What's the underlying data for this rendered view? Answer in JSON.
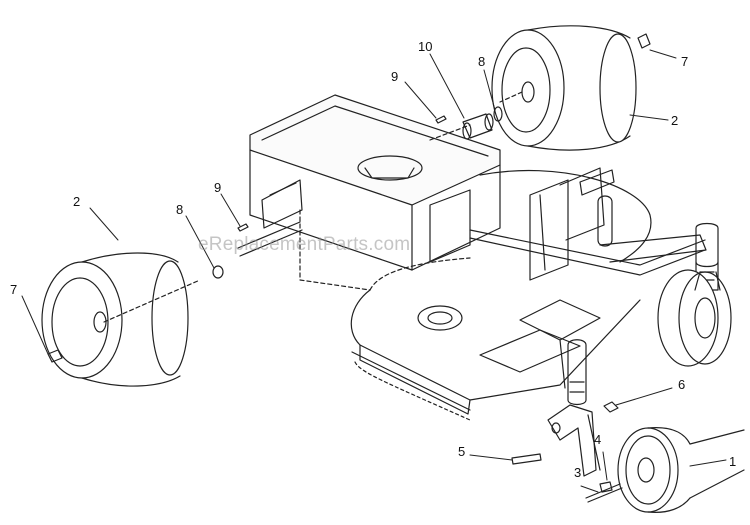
{
  "diagram": {
    "watermark": "eReplacementParts.com",
    "callouts": [
      {
        "id": "c1",
        "label": "1"
      },
      {
        "id": "c2a",
        "label": "2"
      },
      {
        "id": "c2b",
        "label": "2"
      },
      {
        "id": "c3",
        "label": "3"
      },
      {
        "id": "c4",
        "label": "4"
      },
      {
        "id": "c5",
        "label": "5"
      },
      {
        "id": "c6",
        "label": "6"
      },
      {
        "id": "c7a",
        "label": "7"
      },
      {
        "id": "c7b",
        "label": "7"
      },
      {
        "id": "c8a",
        "label": "8"
      },
      {
        "id": "c8b",
        "label": "8"
      },
      {
        "id": "c9a",
        "label": "9"
      },
      {
        "id": "c9b",
        "label": "9"
      },
      {
        "id": "c10",
        "label": "10"
      }
    ]
  }
}
